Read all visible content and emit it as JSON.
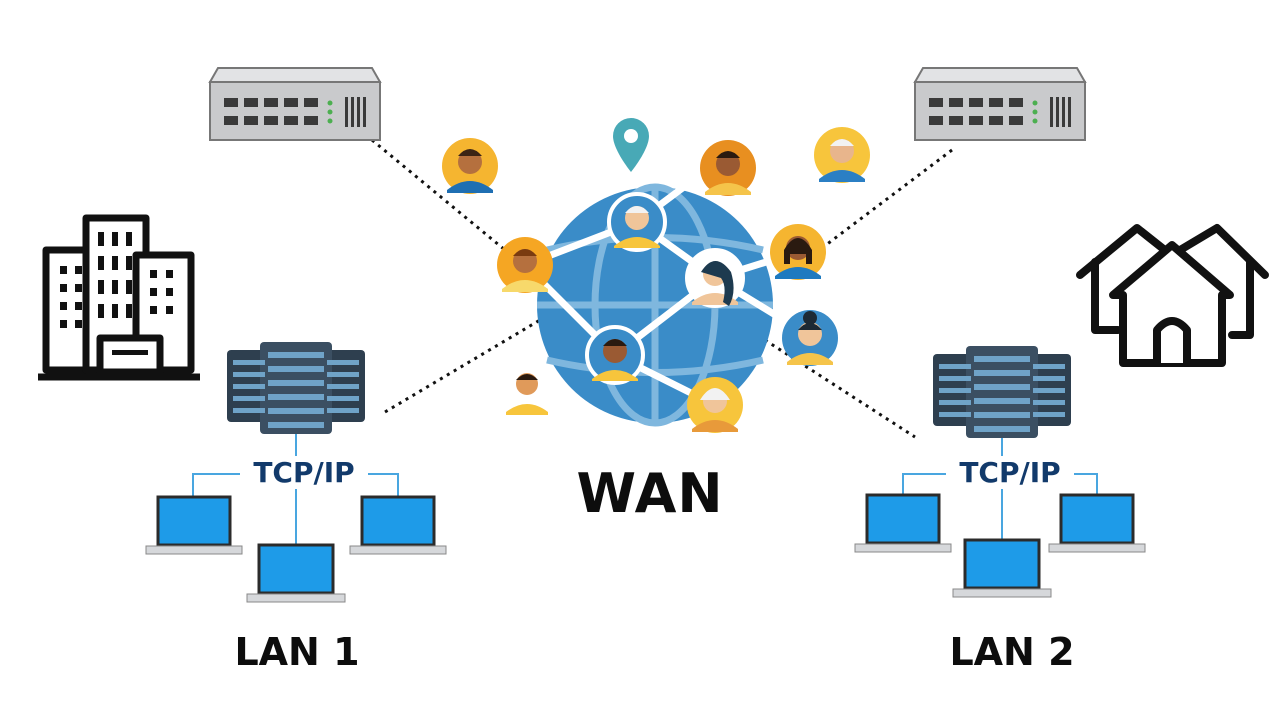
{
  "diagram": {
    "wan": {
      "label": "WAN"
    },
    "lan1": {
      "label": "LAN 1",
      "protocol": "TCP/IP"
    },
    "lan2": {
      "label": "LAN 2",
      "protocol": "TCP/IP"
    }
  },
  "colors": {
    "globe": "#3a8cc8",
    "globe_light": "#7fb7de",
    "link_line": "#ffffff",
    "dotted_line": "#111111",
    "tcp_text": "#123a6b",
    "router_body": "#c9cacc",
    "server_body": "#2e3f4f",
    "laptop_screen": "#1e9be8",
    "pin": "#48a9b6",
    "avatar_bg": "#f5b530"
  }
}
